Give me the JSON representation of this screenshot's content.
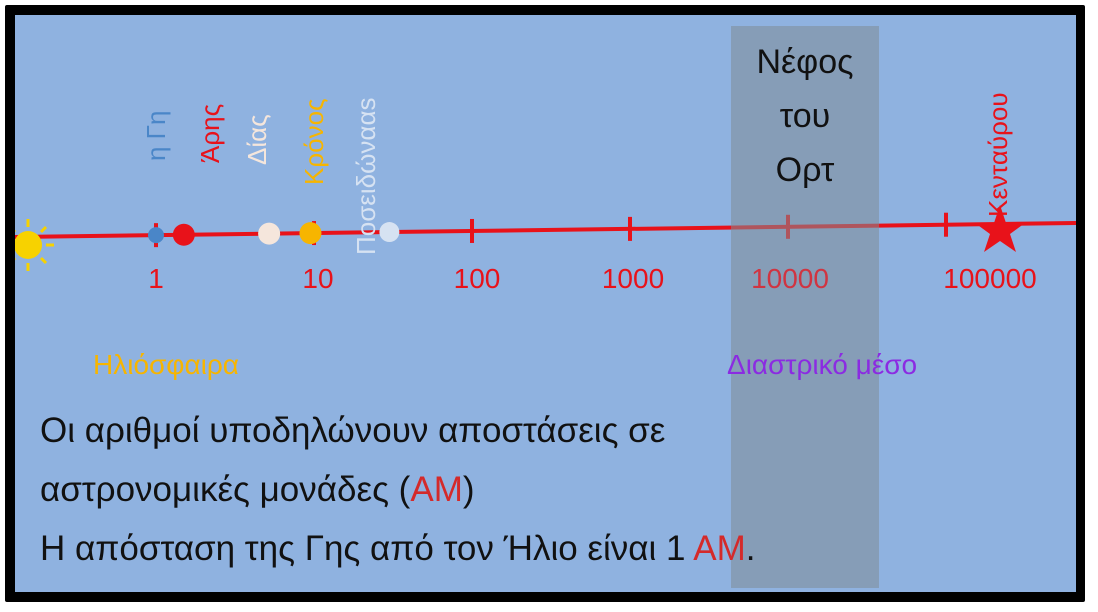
{
  "colors": {
    "background": "#8fb2e0",
    "axis": "#e8121a",
    "earth": "#4a86c8",
    "mars": "#e8121a",
    "jupiter": "#f5e6dc",
    "saturn": "#f7b500",
    "neptune": "#d6e2f2",
    "heliosphere": "#f7b500",
    "interstellar": "#8b2be2",
    "oort_shade": "#808c96"
  },
  "axis": {
    "scale": "log",
    "ticks": [
      "1",
      "10",
      "100",
      "1000",
      "10000",
      "100000"
    ]
  },
  "planets": [
    {
      "label": "η Γη",
      "distance_au": 1,
      "color": "#4a86c8",
      "icon": "earth-dot"
    },
    {
      "label": "Άρης",
      "distance_au": 1.5,
      "color": "#e8121a",
      "icon": "mars-dot"
    },
    {
      "label": "Δίας",
      "distance_au": 5.2,
      "color": "#f5e6dc",
      "icon": "jupiter-dot"
    },
    {
      "label": "Κρόνος",
      "distance_au": 9.5,
      "color": "#f7b500",
      "icon": "saturn-dot"
    },
    {
      "label": "Ποσειδώνααs",
      "distance_au": 30,
      "color": "#d6e2f2",
      "icon": "neptune-dot"
    }
  ],
  "sun": {
    "icon": "sun-icon"
  },
  "star": {
    "label": "Κενταύρου",
    "distance_au": 270000,
    "icon": "star-icon"
  },
  "oort": {
    "lines": [
      "Νέφος",
      "του",
      "Ορτ"
    ]
  },
  "regions": {
    "heliosphere": "Ηλιόσφαιρα",
    "interstellar": "Διαστρικό μέσο"
  },
  "caption": {
    "line1_a": "Οι αριθμοί υποδηλώνουν αποστάσεις σε",
    "line2_a": "αστρονομικές μονάδες (",
    "line2_unit": "ΑΜ",
    "line2_b": ")",
    "line3_a": "Η απόσταση της Γης από τον Ήλιο είναι 1 ",
    "line3_unit": "ΑΜ",
    "line3_b": "."
  }
}
